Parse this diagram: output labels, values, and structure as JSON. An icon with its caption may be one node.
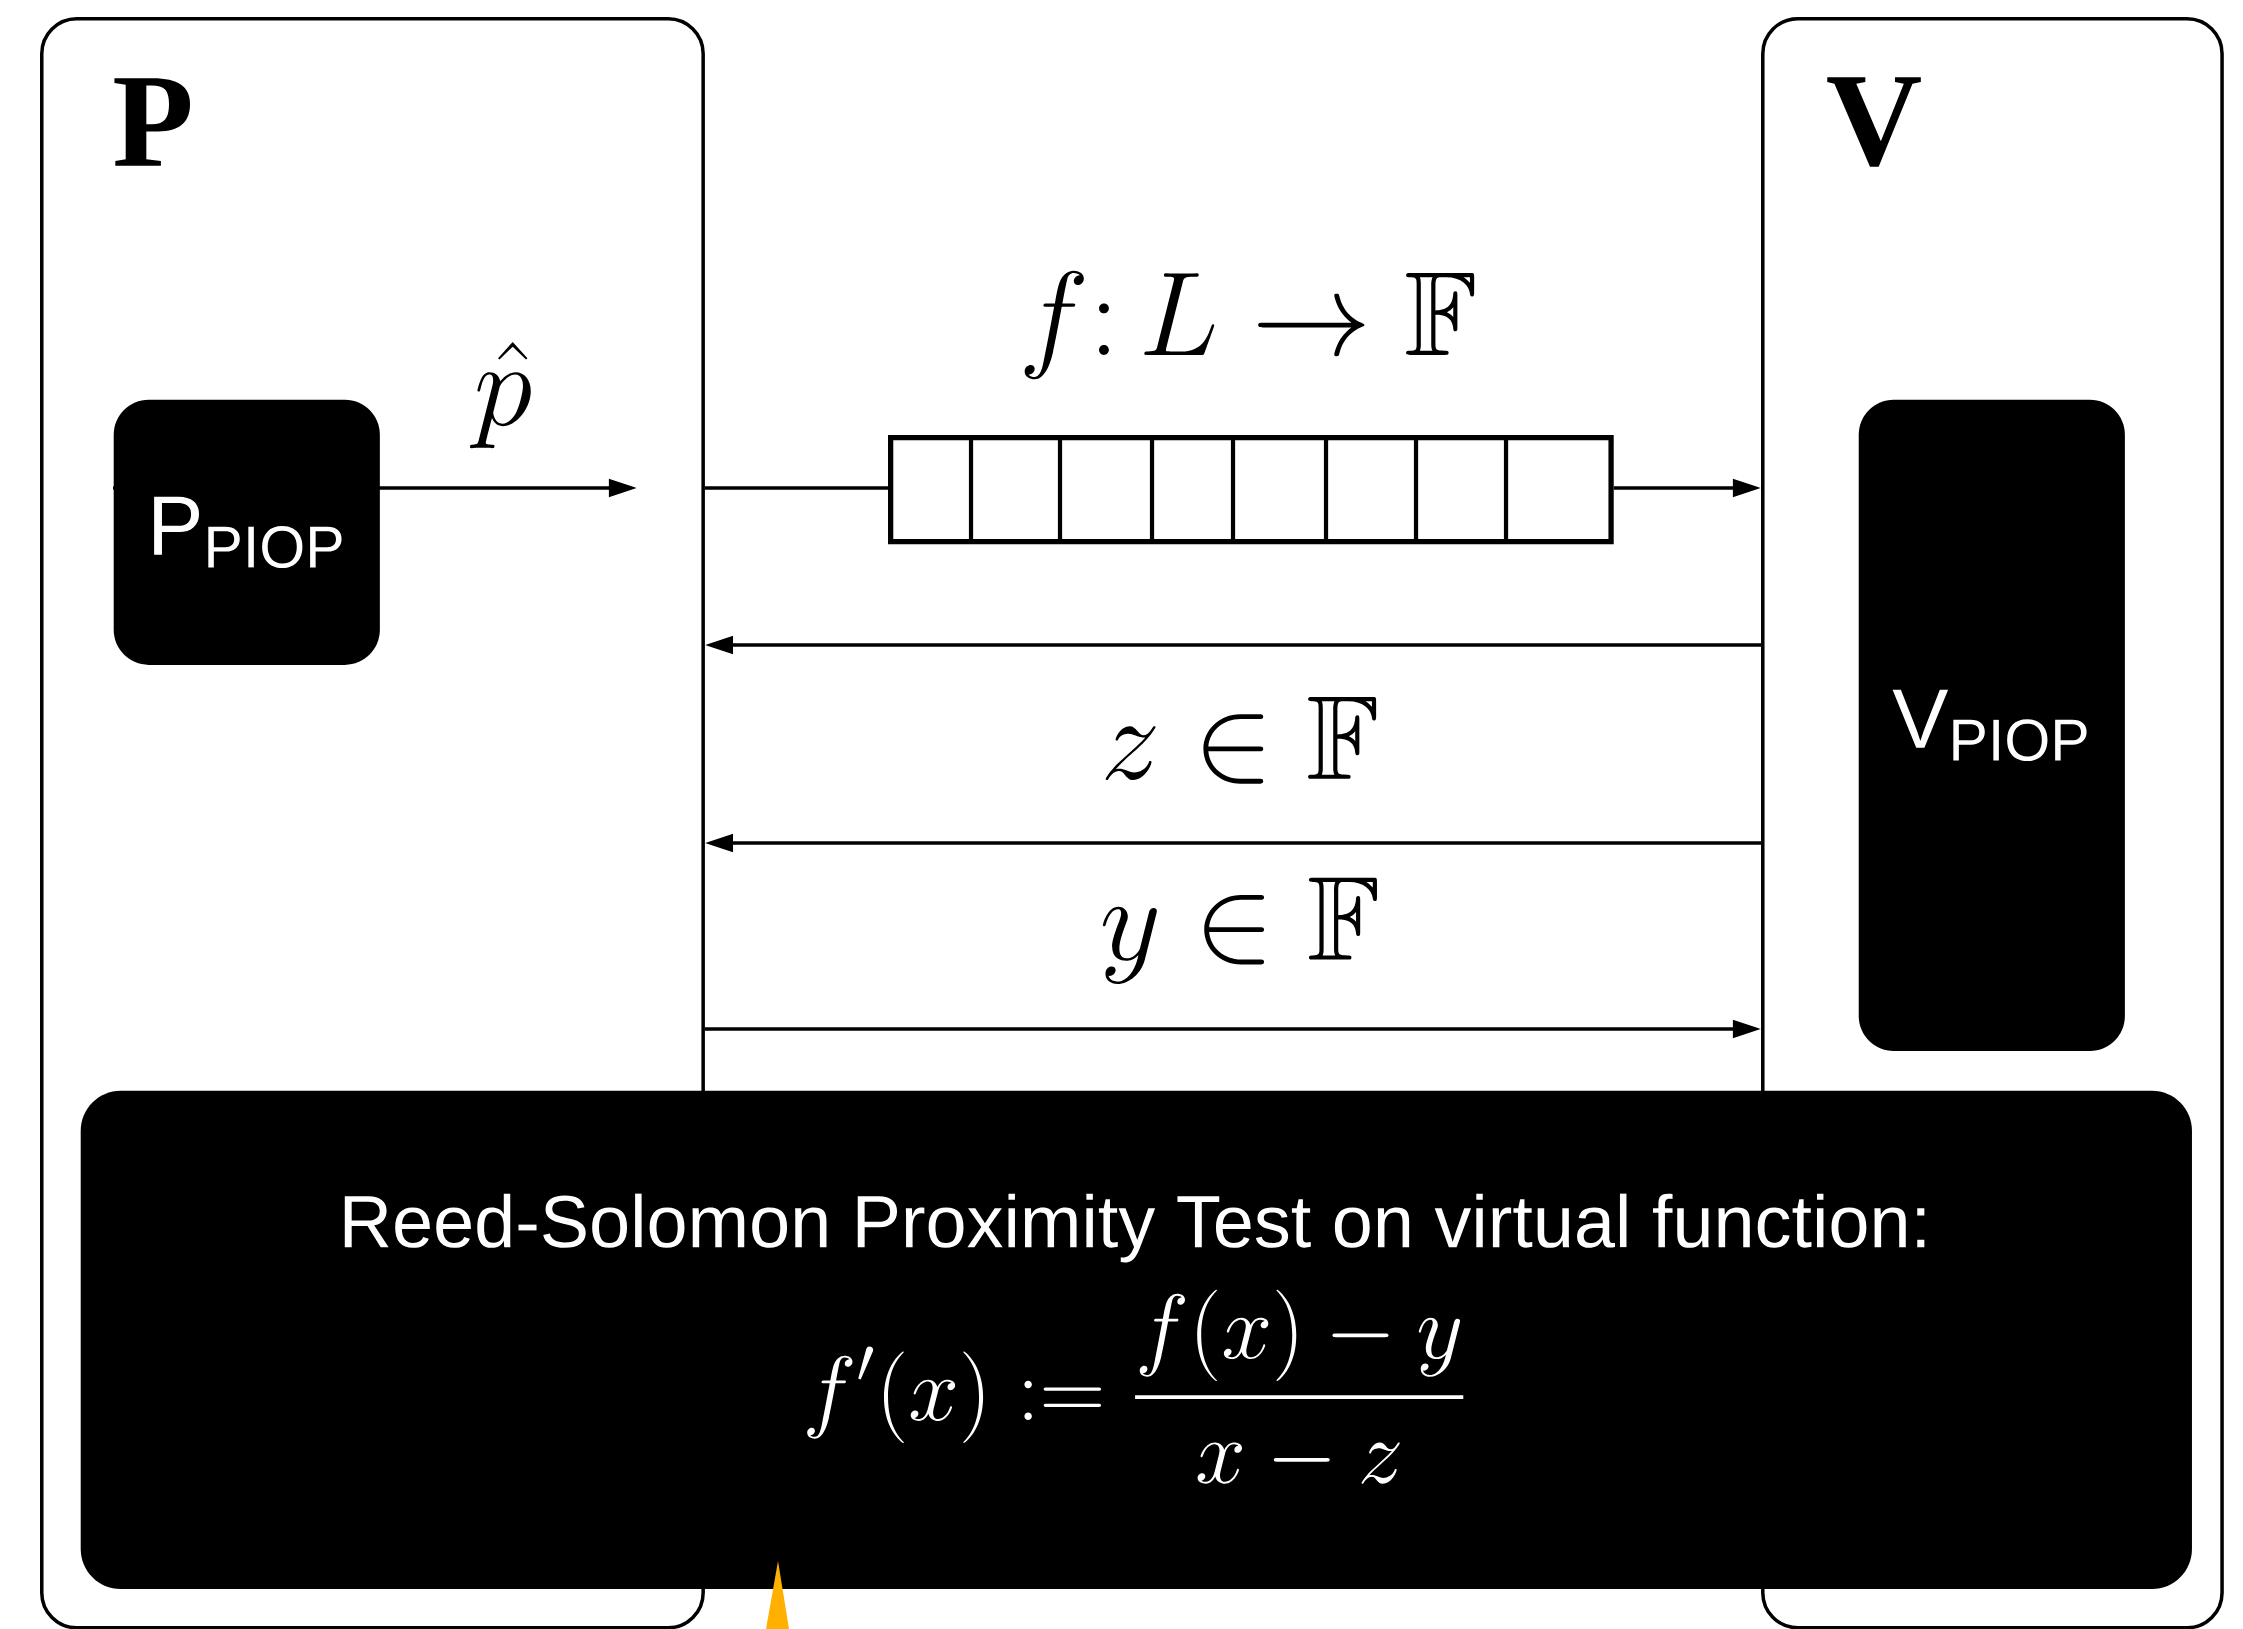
{
  "diagram": {
    "nodes": [
      {
        "text": [
          "P"
        ]
      },
      {
        "text": [
          "P$_{PIOP}$"
        ],
        "in": 0
      },
      {
        "text": [],
        "shape": "box",
        "beside": [
          "f\\colon L \\to \\mathbb{F}"
        ]
      },
      {
        "text": [
          "V"
        ]
      },
      {
        "text": [
          "V$_{PIOP}$"
        ],
        "in": 3
      },
      {
        "text": [
          "Reed-Solomon Proximity Test on virtual function:",
          "f'(x) := \\frac{f(x) - y}{x - z}"
        ]
      }
    ],
    "edges": [
      {
        "from": 1,
        "to": null,
        "arrow": "to",
        "label": "\\hat{p}"
      },
      {
        "from": 0,
        "to": 2,
        "arrow": "none"
      },
      {
        "from": 2,
        "to": 3,
        "arrow": "to"
      },
      {
        "from": 3,
        "to": 0,
        "arrow": "to"
      },
      {
        "from": 3,
        "to": 0,
        "arrow": "to",
        "label": "z \\in \\mathbb{F}"
      },
      {
        "from": 0,
        "to": 3,
        "arrow": "to",
        "label": "y \\in \\mathbb{F}"
      }
    ]
  }
}
